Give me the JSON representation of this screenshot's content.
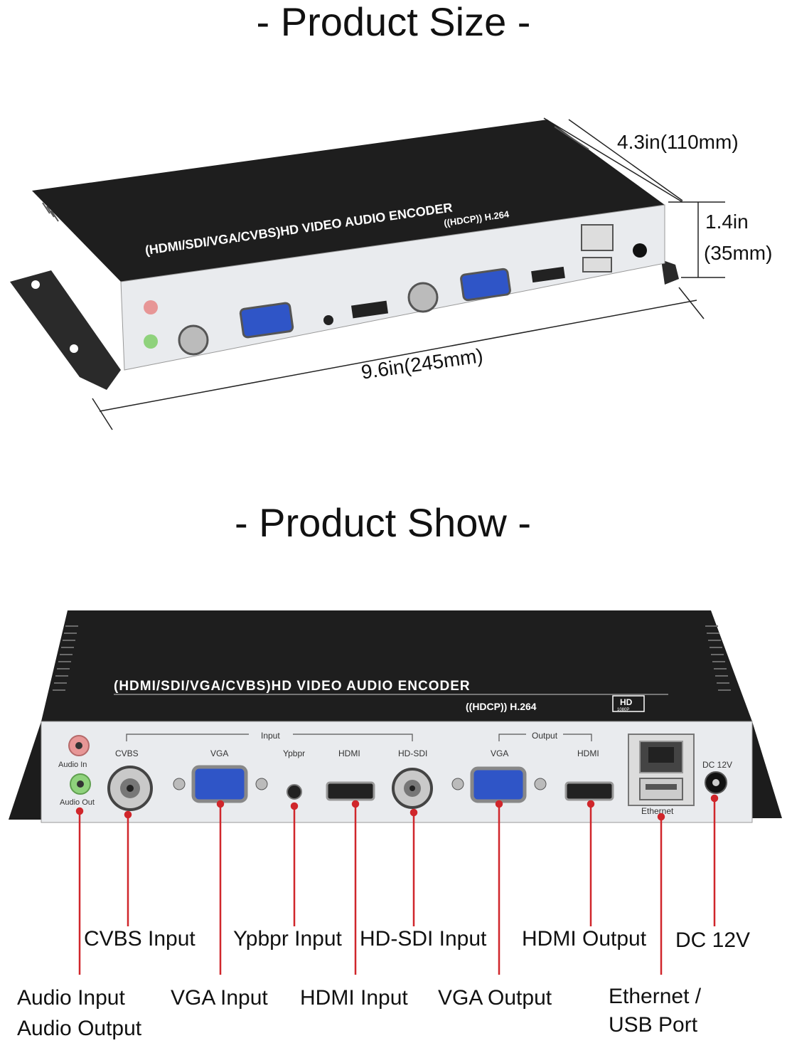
{
  "headings": {
    "size": "- Product Size -",
    "show": "- Product Show -"
  },
  "dimensions": {
    "depth": "4.3in(110mm)",
    "height_in": "1.4in",
    "height_mm": "(35mm)",
    "length": "9.6in(245mm)"
  },
  "device": {
    "title": "(HDMI/SDI/VGA/CVBS)HD VIDEO AUDIO ENCODER",
    "subtitle": "((HDCP)) H.264",
    "hd_badge": "HD",
    "hd_badge_sub": "1080P",
    "port_labels": {
      "audio_in": "Audio In",
      "audio_out": "Audio Out",
      "input_group": "Input",
      "output_group": "Output",
      "cvbs": "CVBS",
      "vga": "VGA",
      "ypbpr": "Ypbpr",
      "hdmi": "HDMI",
      "hd_sdi": "HD-SDI",
      "out_vga": "VGA",
      "out_hdmi": "HDMI",
      "ethernet": "Ethernet",
      "dc": "DC 12V"
    }
  },
  "callouts": {
    "cvbs_input": "CVBS Input",
    "ypbpr_input": "Ypbpr Input",
    "hdsdi_input": "HD-SDI Input",
    "hdmi_output": "HDMI Output",
    "dc_12v": "DC 12V",
    "audio_input": "Audio Input",
    "audio_output": "Audio Output",
    "vga_input": "VGA Input",
    "hdmi_input": "HDMI Input",
    "vga_output": "VGA Output",
    "ethernet_line1": "Ethernet /",
    "ethernet_line2": "USB Port"
  },
  "colors": {
    "callout_line": "#d0262b",
    "chassis": "#1f1f1f",
    "panel": "#e9ebee",
    "vga_blue": "#2f55c7"
  }
}
